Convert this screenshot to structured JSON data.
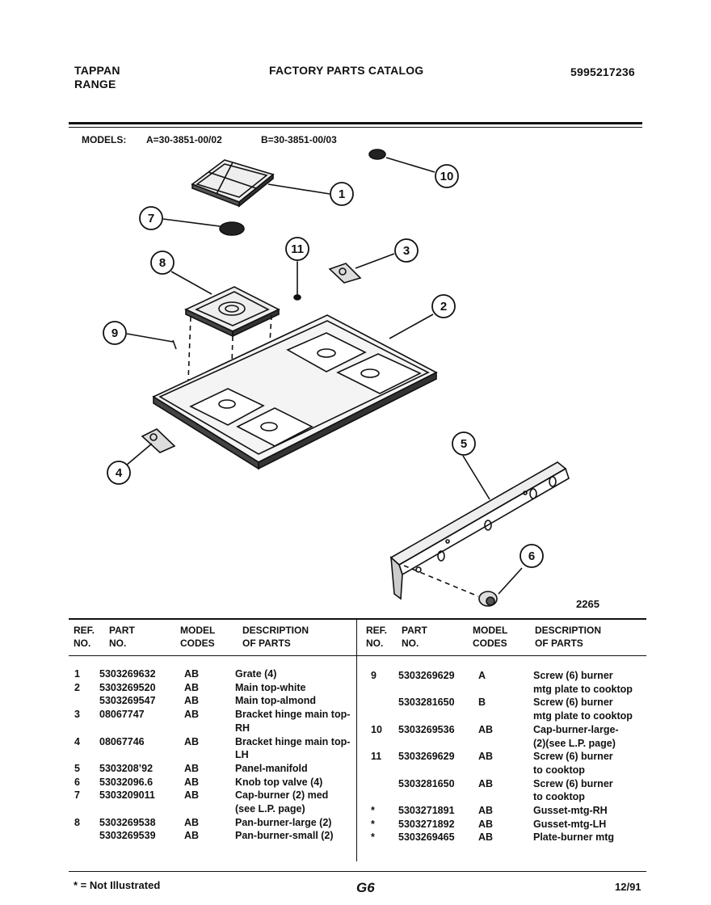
{
  "header": {
    "brand_line1": "TAPPAN",
    "brand_line2": "RANGE",
    "title": "FACTORY PARTS CATALOG",
    "catalog_number": "5995217236"
  },
  "models": {
    "label": "MODELS:",
    "model_a": "A=30-3851-00/02",
    "model_b": "B=30-3851-00/03"
  },
  "diagram": {
    "drawing_number": "2265",
    "callouts": [
      "1",
      "2",
      "3",
      "4",
      "5",
      "6",
      "7",
      "8",
      "9",
      "10",
      "11"
    ]
  },
  "table": {
    "columns": {
      "ref_line1": "REF.",
      "ref_line2": "NO.",
      "part_line1": "PART",
      "part_line2": "NO.",
      "model_line1": "MODEL",
      "model_line2": "CODES",
      "desc_line1": "DESCRIPTION",
      "desc_line2": "OF PARTS"
    },
    "left_rows": [
      {
        "ref": "1",
        "part": "5303269632",
        "code": "AB",
        "desc": "Grate (4)"
      },
      {
        "ref": "2",
        "part": "5303269520",
        "code": "AB",
        "desc": "Main top-white"
      },
      {
        "ref": "",
        "part": "5303269547",
        "code": "AB",
        "desc": "Main top-almond"
      },
      {
        "ref": "3",
        "part": "08067747",
        "code": "AB",
        "desc": "Bracket hinge main top-"
      },
      {
        "ref": "",
        "part": "",
        "code": "",
        "desc": "RH"
      },
      {
        "ref": "4",
        "part": "08067746",
        "code": "AB",
        "desc": "Bracket hinge main top-"
      },
      {
        "ref": "",
        "part": "",
        "code": "",
        "desc": "LH"
      },
      {
        "ref": "5",
        "part": "5303208’92",
        "code": "AB",
        "desc": "Panel-manifold"
      },
      {
        "ref": "6",
        "part": "53032096.6",
        "code": "AB",
        "desc": "Knob top valve (4)"
      },
      {
        "ref": "7",
        "part": "5303209011",
        "code": "AB",
        "desc": "Cap-burner (2) med"
      },
      {
        "ref": "",
        "part": "",
        "code": "",
        "desc": "(see L.P. page)"
      },
      {
        "ref": "8",
        "part": "5303269538",
        "code": "AB",
        "desc": "Pan-burner-large (2)"
      },
      {
        "ref": "",
        "part": "5303269539",
        "code": "AB",
        "desc": "Pan-burner-small (2)"
      }
    ],
    "right_rows": [
      {
        "ref": "9",
        "part": "5303269629",
        "code": "A",
        "desc": "Screw (6) burner"
      },
      {
        "ref": "",
        "part": "",
        "code": "",
        "desc": "mtg plate to cooktop"
      },
      {
        "ref": "",
        "part": "5303281650",
        "code": "B",
        "desc": "Screw (6) burner"
      },
      {
        "ref": "",
        "part": "",
        "code": "",
        "desc": "mtg plate to cooktop"
      },
      {
        "ref": "10",
        "part": "5303269536",
        "code": "AB",
        "desc": "Cap-burner-large-"
      },
      {
        "ref": "",
        "part": "",
        "code": "",
        "desc": "(2)(see L.P. page)"
      },
      {
        "ref": "11",
        "part": "5303269629",
        "code": "AB",
        "desc": "Screw (6) burner"
      },
      {
        "ref": "",
        "part": "",
        "code": "",
        "desc": "to cooktop"
      },
      {
        "ref": "",
        "part": "5303281650",
        "code": "AB",
        "desc": "Screw (6) burner"
      },
      {
        "ref": "",
        "part": "",
        "code": "",
        "desc": "to cooktop"
      },
      {
        "ref": "*",
        "part": "5303271891",
        "code": "AB",
        "desc": "Gusset-mtg-RH"
      },
      {
        "ref": "*",
        "part": "5303271892",
        "code": "AB",
        "desc": "Gusset-mtg-LH"
      },
      {
        "ref": "*",
        "part": "5303269465",
        "code": "AB",
        "desc": "Plate-burner mtg"
      }
    ]
  },
  "footer": {
    "note": "* = Not Illustrated",
    "page": "G6",
    "date": "12/91"
  }
}
